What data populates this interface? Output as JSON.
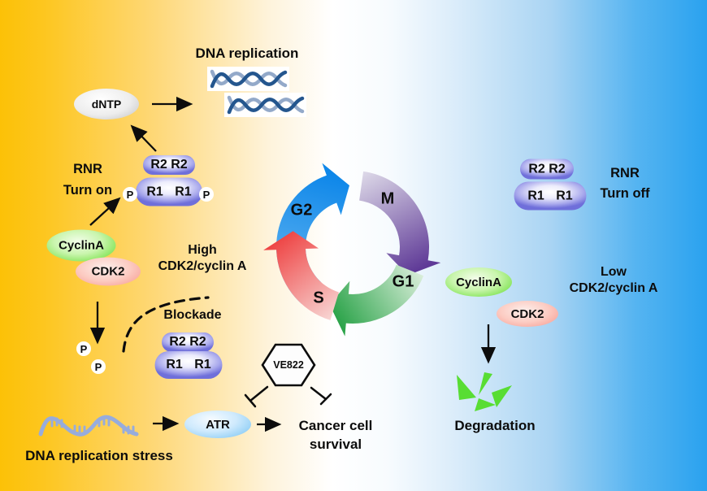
{
  "palette": {
    "background_left": "#fcc107",
    "background_right": "#2aa2ef",
    "cycle_g2_blue": "#0f88e9",
    "cycle_m_purple": "#65399b",
    "cycle_g1_green": "#2da44b",
    "cycle_s_red": "#ee4343",
    "rnr_pill_blue": "#6f6fda",
    "cyclina_green": "#63d83c",
    "cdk2_pink": "#f7958a",
    "atr_blue": "#72c1f2",
    "degradation_green": "#58dd33",
    "dna_strand_dark": "#24568e",
    "dna_strand_light": "#93a9c9"
  },
  "top": {
    "dna_replication": "DNA replication",
    "dntp": "dNTP"
  },
  "left": {
    "rnr": "RNR",
    "turn_on": "Turn on",
    "p": "P",
    "r2r2": "R2 R2",
    "r1r1": "R1 R1",
    "cyclina": "CyclinA",
    "cdk2": "CDK2",
    "high1": "High",
    "high2": "CDK2/cyclin A",
    "blockade": "Blockade"
  },
  "cycle": {
    "g2": "G2",
    "m": "M",
    "g1": "G1",
    "s": "S"
  },
  "center": {
    "r2r2": "R2 R2",
    "r1r1": "R1 R1"
  },
  "bottom": {
    "dna_stress": "DNA replication stress",
    "atr": "ATR",
    "ve822": "VE822",
    "cancer1": "Cancer cell",
    "cancer2": "survival"
  },
  "right": {
    "r2r2": "R2 R2",
    "r1r1": "R1 R1",
    "rnr": "RNR",
    "turn_off": "Turn off",
    "cyclina": "CyclinA",
    "low1": "Low",
    "low2": "CDK2/cyclin A",
    "cdk2": "CDK2",
    "degradation": "Degradation"
  }
}
